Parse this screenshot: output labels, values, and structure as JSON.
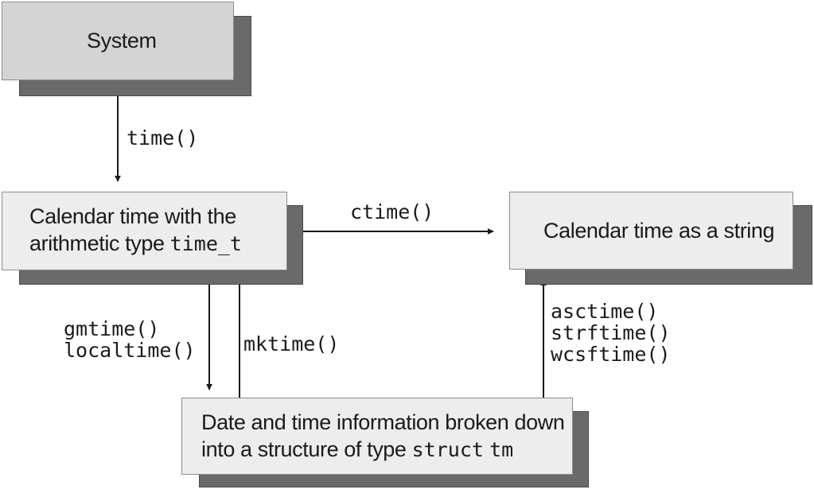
{
  "nodes": {
    "system": {
      "label": "System"
    },
    "calendar_time": {
      "line1": "Calendar time with the",
      "line2_text": "arithmetic type ",
      "line2_code": "time_t"
    },
    "calendar_string": {
      "label": "Calendar time as a string"
    },
    "broken_down": {
      "line1": "Date and time information broken down",
      "line2_text": "into a structure of type ",
      "line2_code1": "struct",
      "line2_code2": "tm"
    }
  },
  "edges": {
    "system_to_calendar": {
      "functions": [
        "time()"
      ]
    },
    "calendar_to_string": {
      "functions": [
        "ctime()"
      ]
    },
    "calendar_to_broken": {
      "functions": [
        "gmtime()",
        "localtime()"
      ]
    },
    "broken_to_calendar": {
      "functions": [
        "mktime()"
      ]
    },
    "broken_to_string": {
      "functions": [
        "asctime()",
        "strftime()",
        "wcsftime()"
      ]
    }
  }
}
